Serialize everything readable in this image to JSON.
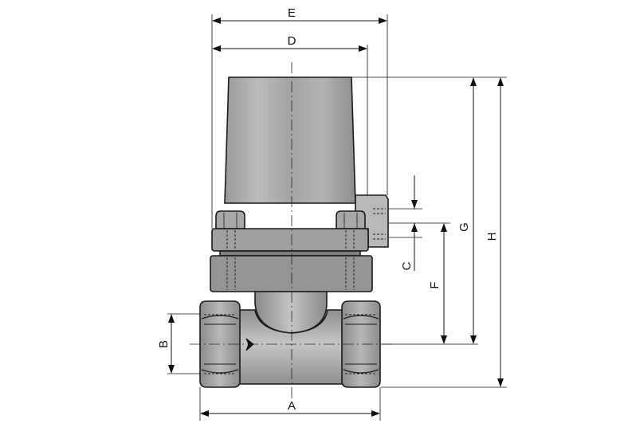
{
  "labels": {
    "A": "A",
    "B": "B",
    "C": "C",
    "D": "D",
    "E": "E",
    "F": "F",
    "G": "G",
    "H": "H"
  },
  "colors": {
    "body_light": "#c9c9c9",
    "body_mid": "#a9a9a9",
    "body_dark": "#8c8c8c",
    "flange": "#9a9a9a",
    "line": "#111111",
    "background": "#ffffff"
  },
  "icons": {
    "flow_direction": "arrow-right-icon"
  }
}
